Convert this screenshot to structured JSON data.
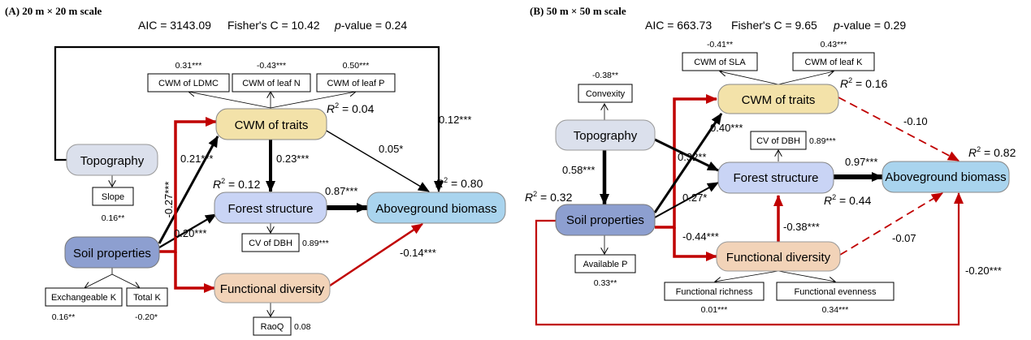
{
  "panelA": {
    "title": "(A) 20 m × 20 m scale",
    "stats": {
      "aic": "AIC = 3143.09",
      "fisher": "Fisher's C = 10.42",
      "p_label": "p",
      "p_value": "-value = 0.24"
    },
    "nodes": {
      "cwm": "CWM of traits",
      "topography": "Topography",
      "forest": "Forest structure",
      "agb": "Aboveground biomass",
      "soil": "Soil properties",
      "fd": "Functional diversity"
    },
    "boxes": {
      "ldmc": "CWM of LDMC",
      "leafN": "CWM of leaf N",
      "leafP": "CWM of leaf P",
      "slope": "Slope",
      "cvdbh": "CV of DBH",
      "exk": "Exchangeable K",
      "totk": "Total K",
      "raoq": "RaoQ"
    },
    "loadings": {
      "ldmc": "0.31***",
      "leafN": "-0.43***",
      "leafP": "0.50***",
      "slope": "0.16**",
      "cvdbh": "0.89***",
      "exk": "0.16**",
      "totk": "-0.20*",
      "raoq": "0.08"
    },
    "paths": {
      "topo_agb": "0.12***",
      "soil_cwm": "0.21***",
      "soil_fd": "-0.27***",
      "cwm_forest": "0.23***",
      "cwm_agb": "0.05*",
      "soil_forest": "0.20***",
      "forest_agb": "0.87***",
      "fd_agb": "-0.14***"
    },
    "r2": {
      "cwm": "0.04",
      "forest": "0.12",
      "agb": "0.80"
    }
  },
  "panelB": {
    "title": "(B) 50 m × 50 m scale",
    "stats": {
      "aic": "AIC = 663.73",
      "fisher": "Fisher's C = 9.65",
      "p_label": "p",
      "p_value": "-value = 0.29"
    },
    "nodes": {
      "cwm": "CWM of traits",
      "topography": "Topography",
      "forest": "Forest structure",
      "agb": "Aboveground biomass",
      "soil": "Soil properties",
      "fd": "Functional diversity"
    },
    "boxes": {
      "sla": "CWM of SLA",
      "leafK": "CWM of leaf K",
      "convexity": "Convexity",
      "cvdbh": "CV of DBH",
      "availP": "Available P",
      "fr": "Functional richness",
      "fe": "Functional evenness"
    },
    "loadings": {
      "sla": "-0.41**",
      "leafK": "0.43***",
      "convexity": "-0.38**",
      "cvdbh": "0.89***",
      "availP": "0.33**",
      "fr": "0.01***",
      "fe": "0.34***"
    },
    "paths": {
      "soil_cwm": "0.40***",
      "cwm_agb": "-0.10",
      "topo_soil": "0.58***",
      "topo_forest": "0.32**",
      "soil_forest": "0.27*",
      "forest_agb": "0.97***",
      "soil_fd": "-0.44***",
      "fd_forest": "-0.38***",
      "fd_agb": "-0.07",
      "soil_agb": "-0.20***"
    },
    "r2": {
      "cwm": "0.16",
      "forest": "0.44",
      "agb": "0.82",
      "soil": "0.32"
    }
  },
  "colors": {
    "cwm_fill": "#f3e2a9",
    "topo_fill": "#dbe0ec",
    "forest_fill": "#c9d4f5",
    "agb_fill": "#a9d4ee",
    "soil_fill": "#8d9fd0",
    "fd_fill": "#f2d3b8",
    "negative": "#c00000",
    "positive": "#000000"
  }
}
